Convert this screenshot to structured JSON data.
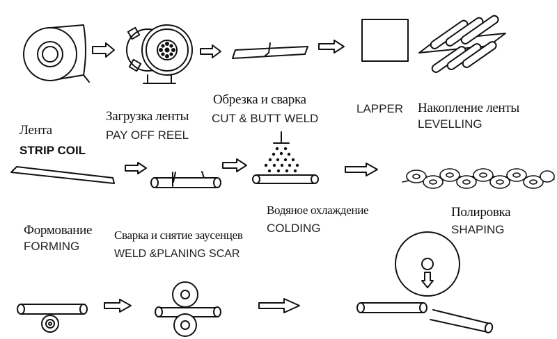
{
  "labels": {
    "strip_coil_ru": "Лента",
    "strip_coil_en": "STRIP COIL",
    "pay_off_ru": "Загрузка ленты",
    "pay_off_en": "PAY OFF REEL",
    "cut_weld_ru": "Обрезка и сварка",
    "cut_weld_en": "CUT & BUTT WELD",
    "lapper_en": "LAPPER",
    "accum_ru": "Накопление ленты",
    "levelling_en": "LEVELLING",
    "cooling_ru": "Водяное охлаждение",
    "colding_en": "COLDING",
    "polish_ru": "Полировка",
    "shaping_en": "SHAPING",
    "forming_ru": "Формование",
    "forming_en": "FORMING",
    "weld_scar_ru": "Сварка и снятие заусенцев",
    "weld_scar_en": "WELD &PLANING SCAR"
  },
  "colors": {
    "line": "#111111",
    "text": "#111111",
    "background": "#ffffff"
  }
}
